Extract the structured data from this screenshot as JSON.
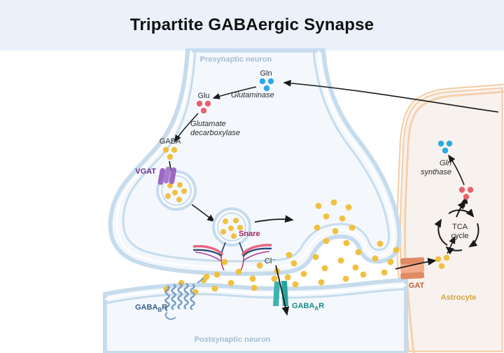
{
  "header": {
    "title": "Tripartite GABAergic Synapse",
    "bg_color": "#eaf1fb",
    "text_color": "#111111"
  },
  "colors": {
    "neuron_fill": "#f4f8fd",
    "neuron_membrane": "#c6dced",
    "astrocyte_fill": "#f7f2ee",
    "astrocyte_membrane": "#f5c9a0",
    "gaba_dot": "#f0c040",
    "glu_dot": "#e8616d",
    "gln_dot": "#29abe2",
    "vgat": "#9b68c3",
    "gat": "#ef9a79",
    "gabaa_receptor": "#3bb3b0",
    "gabab_receptor": "#7b9fc7",
    "snare_pink": "#e8637f",
    "snare_blue": "#2d4a7a",
    "arrow": "#1a1a1a"
  },
  "cells": {
    "presynaptic": {
      "label": "Presynaptic neuron"
    },
    "postsynaptic": {
      "label": "Postsynaptic neuron"
    },
    "astrocyte": {
      "label": "Astrocyte"
    }
  },
  "molecules": {
    "gln": {
      "label": "Gln",
      "color": "#29abe2",
      "count": 3
    },
    "glu": {
      "label": "Glu",
      "color": "#e8616d",
      "count": 3
    },
    "gaba": {
      "label": "GABA",
      "color": "#f0c040",
      "count": 3
    },
    "chloride": {
      "label": "Cl⁻"
    },
    "astro_gln": {
      "color": "#29abe2",
      "count": 3
    },
    "astro_glu": {
      "color": "#e8616d",
      "count": 3
    },
    "astro_gaba": {
      "color": "#f0c040",
      "count": 3
    }
  },
  "enzymes": {
    "glutaminase": {
      "label": "Glutaminase"
    },
    "glutamate_decarboxylase_line1": {
      "label": "Glutamate"
    },
    "glutamate_decarboxylase_line2": {
      "label": "decarboxylase"
    },
    "gln_synthase_line1": {
      "label": "Gln"
    },
    "gln_synthase_line2": {
      "label": "synthase"
    }
  },
  "proteins": {
    "vgat": {
      "label": "VGAT",
      "color": "#9b68c3",
      "location": "vesicle membrane"
    },
    "snare": {
      "label": "Snare",
      "color": "#a8235c",
      "location": "presynaptic active zone"
    },
    "gat": {
      "label": "GAT",
      "color": "#c4622e",
      "location": "astrocyte membrane"
    },
    "gabab_receptor": {
      "label_main": "GABA",
      "label_sub": "B",
      "label_end": "R",
      "color": "#3a5f86"
    },
    "gabaa_receptor": {
      "label_main": "GABA",
      "label_sub": "A",
      "label_end": "R",
      "color": "#168a86"
    }
  },
  "pathways": {
    "tca_cycle_line1": {
      "label": "TCA"
    },
    "tca_cycle_line2": {
      "label": "cycle"
    }
  }
}
